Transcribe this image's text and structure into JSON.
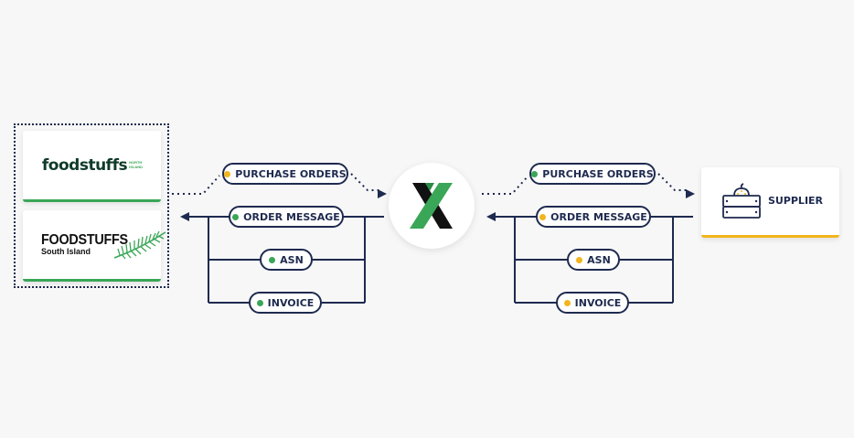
{
  "colors": {
    "navy": "#1e2a4f",
    "green": "#3aa657",
    "yellow": "#f3b51d",
    "background": "#f7f7f7"
  },
  "left_group": {
    "north_logo": {
      "word": "foodstuffs",
      "tag": "NORTH ISLAND"
    },
    "south_logo": {
      "word": "FOODSTUFFS",
      "sub": "South Island"
    }
  },
  "left_messages": [
    {
      "label": "PURCHASE ORDERS",
      "dot": "yellow"
    },
    {
      "label": "ORDER MESSAGE",
      "dot": "green"
    },
    {
      "label": "ASN",
      "dot": "green"
    },
    {
      "label": "INVOICE",
      "dot": "green"
    }
  ],
  "right_messages": [
    {
      "label": "PURCHASE ORDERS",
      "dot": "green"
    },
    {
      "label": "ORDER MESSAGE",
      "dot": "yellow"
    },
    {
      "label": "ASN",
      "dot": "yellow"
    },
    {
      "label": "INVOICE",
      "dot": "yellow"
    }
  ],
  "hub": {
    "icon": "x-logo-icon"
  },
  "supplier": {
    "label": "SUPPLIER",
    "icon": "fruit-crate-icon"
  }
}
